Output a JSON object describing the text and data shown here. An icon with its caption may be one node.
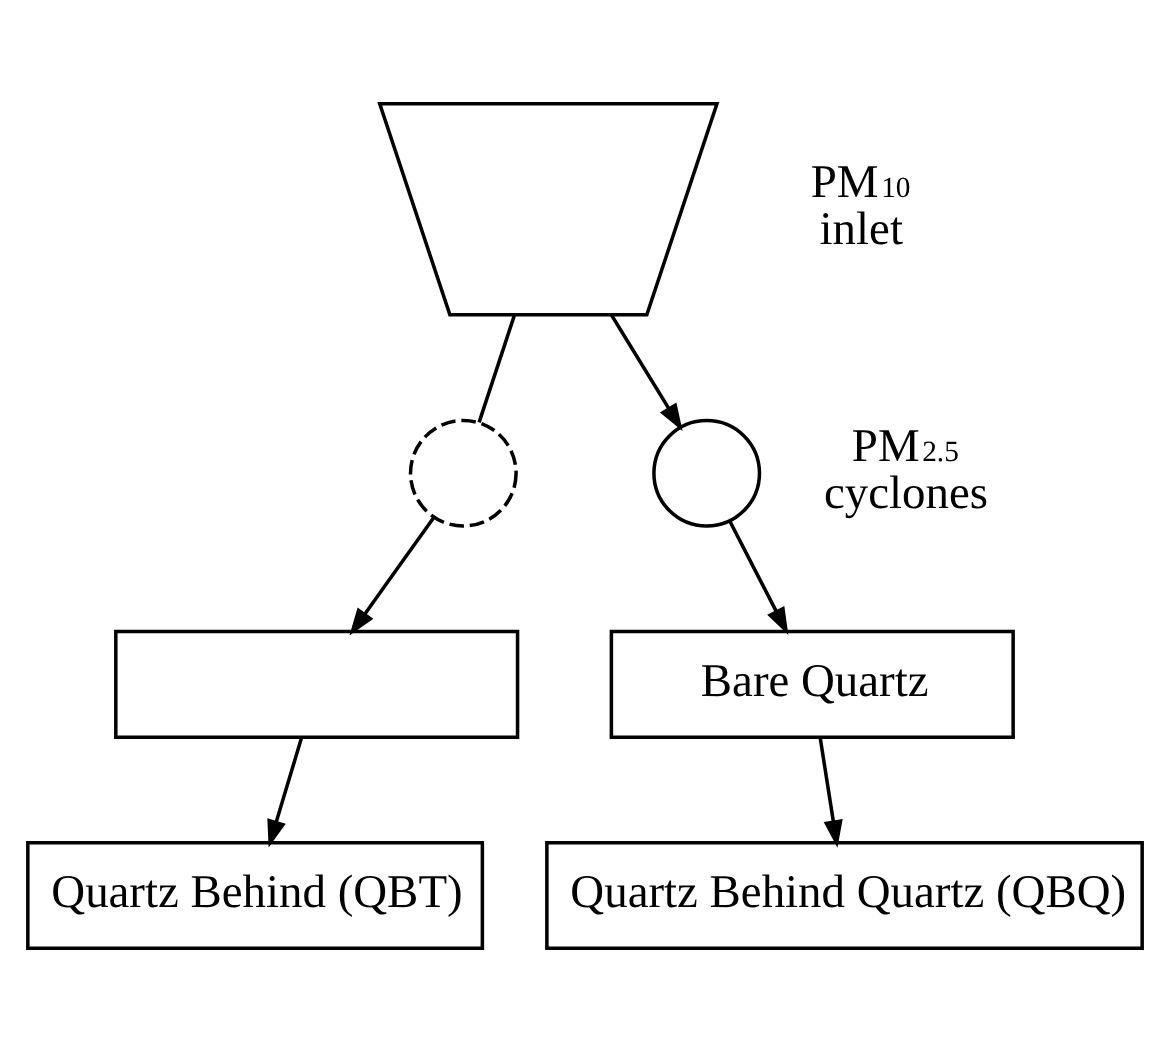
{
  "diagram": {
    "nodes": [
      {
        "text": [],
        "shape": "funnel",
        "beside": [
          "PM$_{10}$ inlet"
        ]
      },
      {
        "text": [],
        "shape": "circle"
      },
      {
        "text": [],
        "shape": "circle",
        "beside": [
          "PM$_{2.5}$ cyclones"
        ]
      },
      {
        "text": [],
        "shape": "box"
      },
      {
        "text": [
          "Bare Quartz"
        ]
      },
      {
        "text": [
          "Quartz Behind (QBT)"
        ]
      },
      {
        "text": [
          "Quartz Behind Quartz (QBQ)"
        ]
      }
    ],
    "edges": [
      {
        "from": 0,
        "to": 1,
        "arrow": "none"
      },
      {
        "from": 0,
        "to": 2,
        "arrow": "to"
      },
      {
        "from": 1,
        "to": 3,
        "arrow": "to"
      },
      {
        "from": 2,
        "to": 4,
        "arrow": "to"
      },
      {
        "from": 3,
        "to": 5,
        "arrow": "to"
      },
      {
        "from": 4,
        "to": 6,
        "arrow": "to"
      }
    ]
  }
}
